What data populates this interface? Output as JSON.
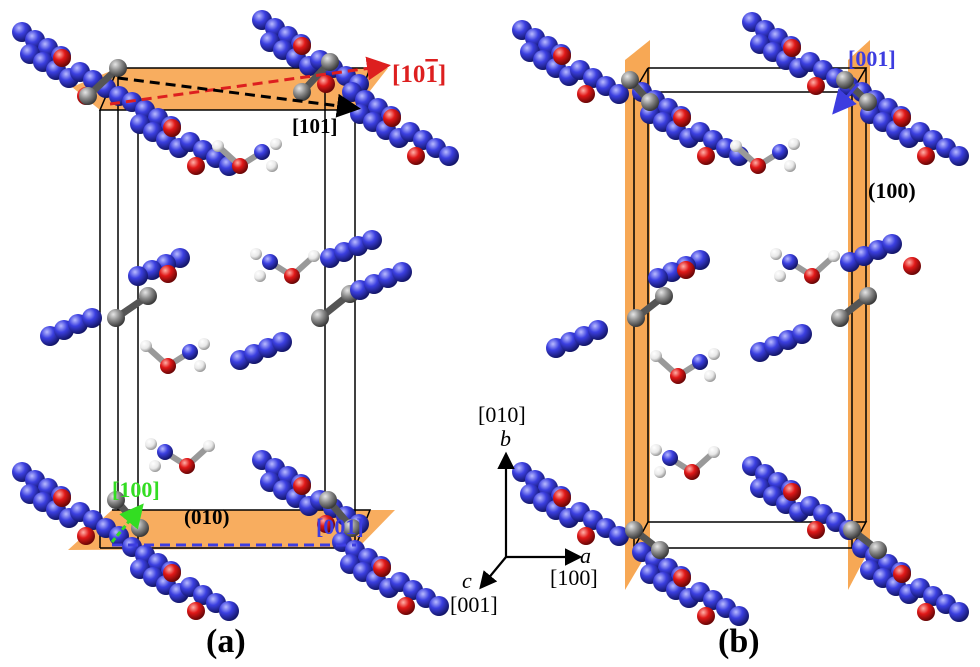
{
  "panel_a": {
    "caption": "(a)",
    "dir_10m1": "[10",
    "dir_10m1_bar": "1",
    "dir_10m1_end": "]",
    "dir_101": "[101]",
    "dir_100": "[100]",
    "plane_010": "(010)",
    "dir_001": "[001]"
  },
  "panel_b": {
    "caption": "(b)",
    "dir_001": "[001]",
    "plane_100": "(100)"
  },
  "axes": {
    "b_dir": "[010]",
    "b": "b",
    "a": "a",
    "a_dir": "[100]",
    "c": "c",
    "c_dir": "[001]"
  },
  "colors": {
    "nitrogen": "#3b3fe0",
    "oxygen": "#e01818",
    "carbon": "#8a8a8a",
    "hydrogen": "#f2f2f2",
    "plane": "#f5922a",
    "red_arrow": "#dd1f1f",
    "black_arrow": "#000000",
    "green_arrow": "#33dd22",
    "blue_arrow": "#3d3de0"
  }
}
